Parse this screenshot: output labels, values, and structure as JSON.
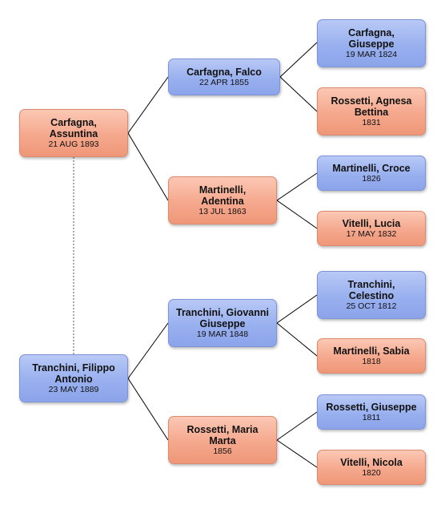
{
  "people": {
    "assuntina": {
      "name": "Carfagna, Assuntina",
      "date": "21 AUG 1893",
      "sex": "female"
    },
    "falco": {
      "name": "Carfagna, Falco",
      "date": "22 APR 1855",
      "sex": "male"
    },
    "adentina": {
      "name": "Martinelli, Adentina",
      "date": "13 JUL 1863",
      "sex": "female"
    },
    "giuseppe_c": {
      "name": "Carfagna, Giuseppe",
      "date": "19 MAR 1824",
      "sex": "male"
    },
    "agnesa": {
      "name": "Rossetti, Agnesa Bettina",
      "date": "1831",
      "sex": "female"
    },
    "croce": {
      "name": "Martinelli, Croce",
      "date": "1826",
      "sex": "male"
    },
    "lucia": {
      "name": "Vitelli, Lucia",
      "date": "17 MAY 1832",
      "sex": "female"
    },
    "filippo": {
      "name": "Tranchini, Filippo Antonio",
      "date": "23 MAY 1889",
      "sex": "male"
    },
    "giovanni": {
      "name": "Tranchini, Giovanni Giuseppe",
      "date": "19 MAR 1848",
      "sex": "male"
    },
    "maria": {
      "name": "Rossetti, Maria Marta",
      "date": "1856",
      "sex": "female"
    },
    "celestino": {
      "name": "Tranchini, Celestino",
      "date": "25 OCT 1812",
      "sex": "male"
    },
    "sabia": {
      "name": "Martinelli, Sabia",
      "date": "1818",
      "sex": "female"
    },
    "giuseppe_r": {
      "name": "Rossetti, Giuseppe",
      "date": "1811",
      "sex": "male"
    },
    "nicola": {
      "name": "Vitelli, Nicola",
      "date": "1820",
      "sex": "female"
    }
  },
  "relations": {
    "parents": [
      {
        "child": "assuntina",
        "father": "falco",
        "mother": "adentina"
      },
      {
        "child": "falco",
        "father": "giuseppe_c",
        "mother": "agnesa"
      },
      {
        "child": "adentina",
        "father": "croce",
        "mother": "lucia"
      },
      {
        "child": "filippo",
        "father": "giovanni",
        "mother": "maria"
      },
      {
        "child": "giovanni",
        "father": "celestino",
        "mother": "sabia"
      },
      {
        "child": "maria",
        "father": "giuseppe_r",
        "mother": "nicola"
      }
    ],
    "spouses": [
      {
        "a": "assuntina",
        "b": "filippo"
      }
    ]
  }
}
